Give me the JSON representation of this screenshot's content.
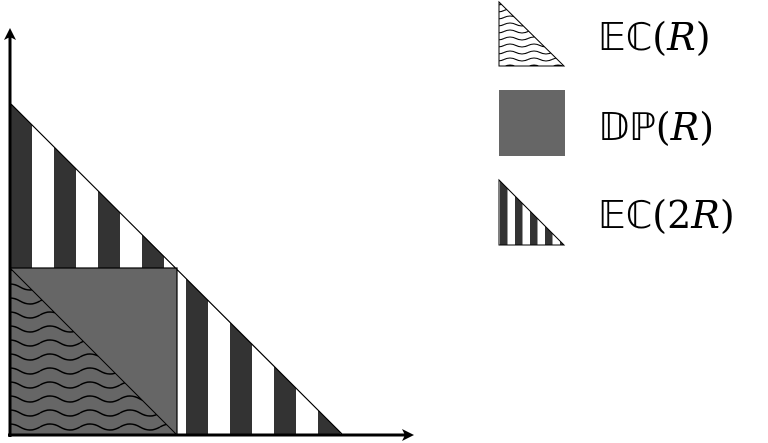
{
  "figure": {
    "legend": [
      {
        "id": "ec-r",
        "pattern": "wave",
        "symbol": "𝔼ℂ",
        "arg": "R",
        "arg_prefix": ""
      },
      {
        "id": "dp-r",
        "pattern": "solid",
        "symbol": "𝔻ℙ",
        "arg": "R",
        "arg_prefix": ""
      },
      {
        "id": "ec-2r",
        "pattern": "stripe",
        "symbol": "𝔼ℂ",
        "arg": "R",
        "arg_prefix": "2"
      }
    ],
    "colors": {
      "dark_fill": "#666666",
      "stripe_fill": "#333333",
      "line": "#000000",
      "background": "#ffffff"
    }
  }
}
